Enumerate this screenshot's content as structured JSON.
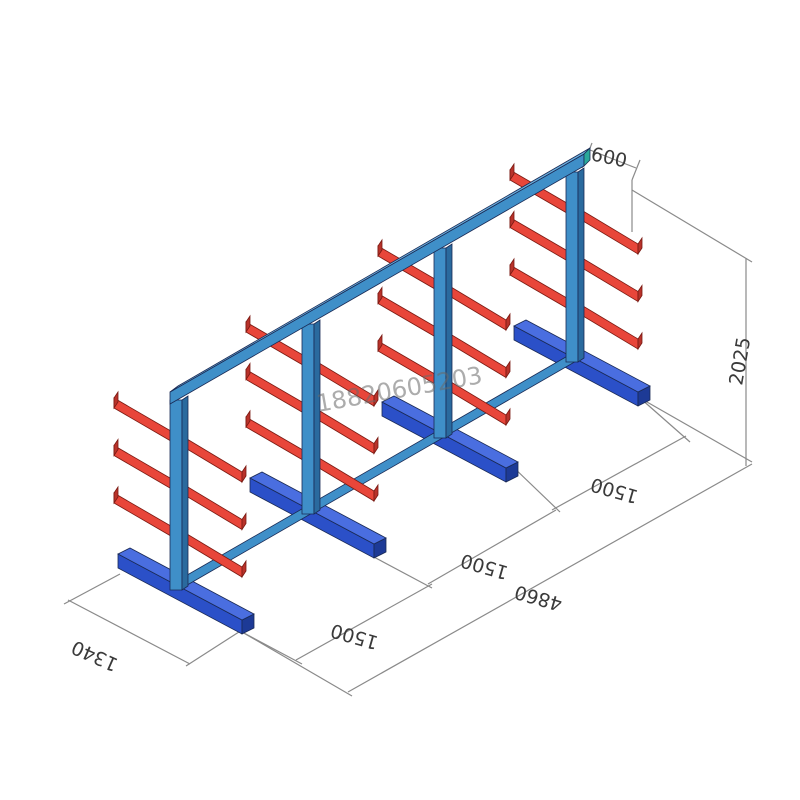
{
  "colors": {
    "upright": "#3f8fc8",
    "upright_dark": "#2a6a9e",
    "arm": "#e8463a",
    "arm_dark": "#b8322a",
    "base": "#2b50c8",
    "base_dark": "#1d3a96",
    "cap": "#2aa89a",
    "dimension": "#8a8a8a"
  },
  "dimensions": {
    "arm_length": "600",
    "height": "2025",
    "total_length": "4860",
    "depth": "1340",
    "bay_spans": [
      "1500",
      "1500",
      "1500"
    ]
  },
  "watermark": "18820605203"
}
